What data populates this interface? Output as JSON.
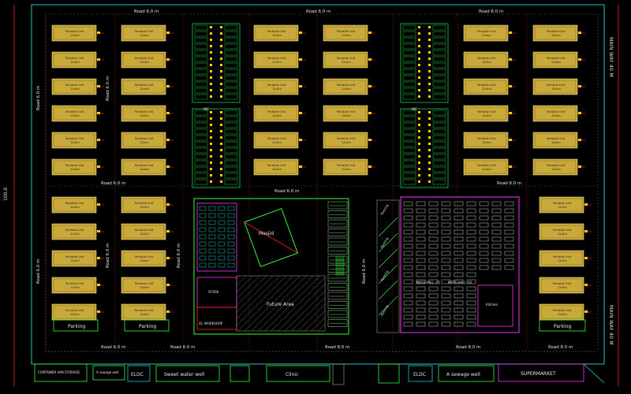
{
  "labels": {
    "road": "Road 6.0 m",
    "road_bottom": "Road 8.0 m",
    "portable_unit_line1": "Portable Unit",
    "portable_unit_line2": "12x4m",
    "wc": "WC",
    "parking": "Parking",
    "mosque": "Masjid",
    "future_area": "Future Area",
    "store": "STORE",
    "ac_workshop": "AC WORKSHOP",
    "mess_hall_1": "MESS HALL -01",
    "mess_hall_2": "MESS HALL -02",
    "kitchen": "Kitchen",
    "container_van": "CONTAINER VAN STORAGE",
    "sewage_well_1": "A sewage well",
    "sewage_well_2": "A sewage well",
    "eldc_1": "ELDC",
    "eldc_2": "ELDC",
    "sweet_water_well": "Sweet water well",
    "clinic": "Clinic",
    "supermarket": "SUPERMARKET",
    "main_way_top": "MAIN WAY 40 M",
    "main_way_bottom": "MAIN WAY 40 M",
    "dimension_left": "100.0",
    "parking_mid": "Parking"
  },
  "colors": {
    "background": "#000000",
    "boundary": "#1ec8c8",
    "unit_fill": "#c9a93a",
    "unit_outline": "#e8d070",
    "pink": "#ff33ff",
    "green": "#33ff33",
    "red": "#ff2020",
    "wc_green": "#22cc44",
    "yellow": "#ffff00",
    "white_dot": "#dddddd"
  }
}
